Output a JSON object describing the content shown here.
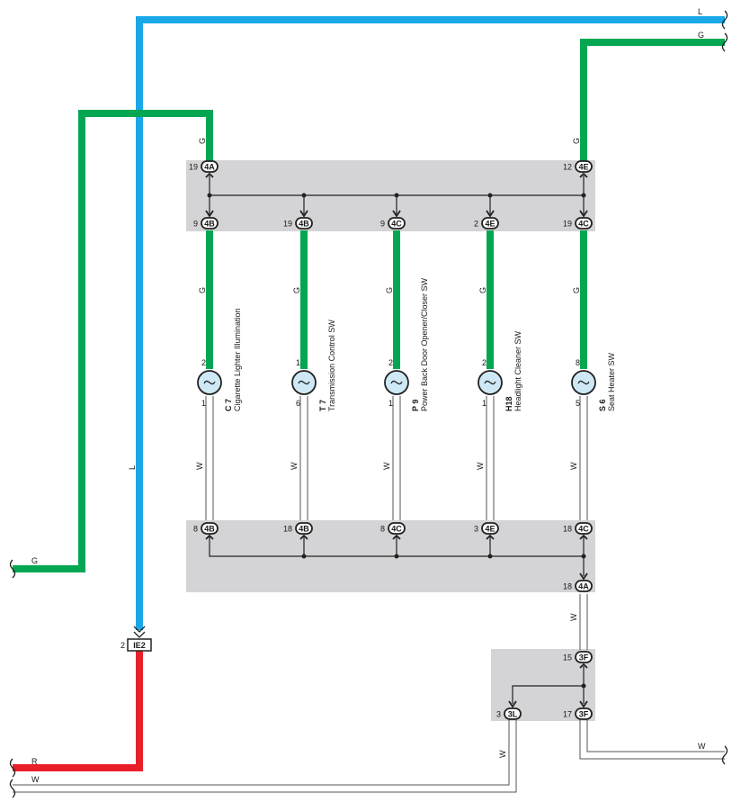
{
  "wire_colors": {
    "L": "#1aa7e8",
    "G": "#04a652",
    "R": "#e8202a",
    "W": "#ffffff",
    "junction_block": "#d4d4d6",
    "bulb_fill": "#cfe8f5"
  },
  "wires": {
    "top_blue": "L",
    "top_green": "G",
    "left_green": "G",
    "left_green_vertical": "G",
    "right_green_vertical": "G",
    "vertical_blue": "L",
    "branch_1_top": "G",
    "branch_2_top": "G",
    "branch_3_top": "G",
    "branch_4_top": "G",
    "branch_5_top": "G",
    "branch_1_bottom": "W",
    "branch_2_bottom": "W",
    "branch_3_bottom": "W",
    "branch_4_bottom": "W",
    "branch_5_bottom": "W",
    "lower_right_w": "W",
    "bottom_right_w": "W",
    "lower_left_w": "W",
    "bottom_red": "R",
    "bottom_white": "W"
  },
  "connectors": {
    "top_left": {
      "pin": "19",
      "code": "4A"
    },
    "top_right": {
      "pin": "12",
      "code": "4E"
    },
    "top_row": [
      {
        "pin": "9",
        "code": "4B"
      },
      {
        "pin": "19",
        "code": "4B"
      },
      {
        "pin": "9",
        "code": "4C"
      },
      {
        "pin": "2",
        "code": "4E"
      },
      {
        "pin": "19",
        "code": "4C"
      }
    ],
    "mid_row": [
      {
        "pin": "8",
        "code": "4B"
      },
      {
        "pin": "18",
        "code": "4B"
      },
      {
        "pin": "8",
        "code": "4C"
      },
      {
        "pin": "3",
        "code": "4E"
      },
      {
        "pin": "18",
        "code": "4C"
      }
    ],
    "mid_out": {
      "pin": "18",
      "code": "4A"
    },
    "lower_in": {
      "pin": "15",
      "code": "3F"
    },
    "lower_left": {
      "pin": "3",
      "code": "3L"
    },
    "lower_right": {
      "pin": "17",
      "code": "3F"
    },
    "ie2": {
      "pin": "2",
      "code": "IE2"
    }
  },
  "components": [
    {
      "code": "C 7",
      "name": "Cigarette Lighter Illumination",
      "pin_top": "2",
      "pin_bottom": "1"
    },
    {
      "code": "T 7",
      "name": "Transmission Control SW",
      "pin_top": "1",
      "pin_bottom": "6"
    },
    {
      "code": "P 9",
      "name": "Power Back Door Opener/Closer SW",
      "pin_top": "2",
      "pin_bottom": "1"
    },
    {
      "code": "H18",
      "name": "Headlight Cleaner SW",
      "pin_top": "2",
      "pin_bottom": "1"
    },
    {
      "code": "S 6",
      "name": "Seat Heater SW",
      "pin_top": "8",
      "pin_bottom": "5"
    }
  ]
}
